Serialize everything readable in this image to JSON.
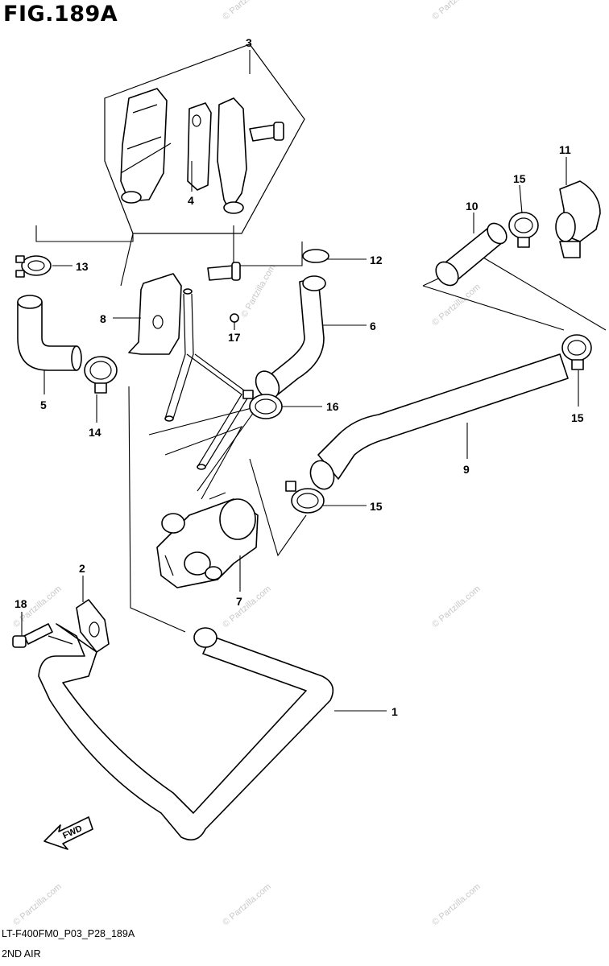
{
  "figure": {
    "title": "FIG.189A",
    "code": "LT-F400FM0_P03_P28_189A",
    "name": "2ND AIR"
  },
  "watermark": "© Partzilla.com",
  "fwd_label": "FWD",
  "callouts": {
    "c1": "1",
    "c2": "2",
    "c3": "3",
    "c4": "4",
    "c5": "5",
    "c6": "6",
    "c7": "7",
    "c8": "8",
    "c9": "9",
    "c10": "10",
    "c11": "11",
    "c12": "12",
    "c13": "13",
    "c14": "14",
    "c15a": "15",
    "c15b": "15",
    "c15c": "15",
    "c16": "16",
    "c17": "17",
    "c18": "18"
  }
}
